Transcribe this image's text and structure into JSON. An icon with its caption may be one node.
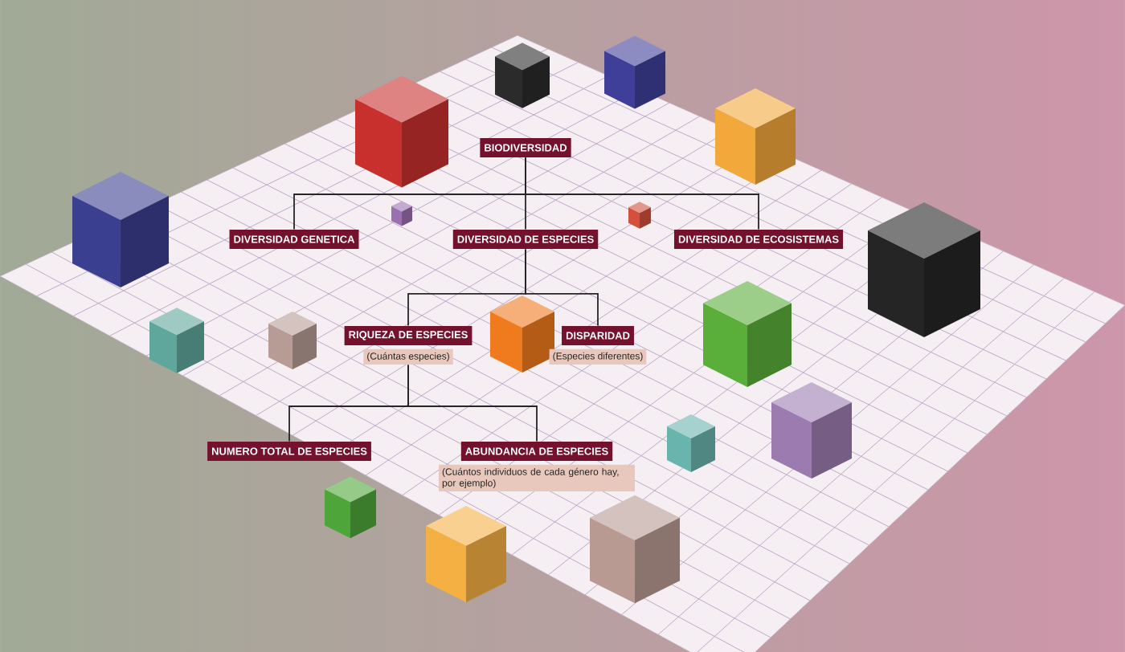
{
  "diagram": {
    "nodes": [
      {
        "text": [
          "BIODIVERSIDAD"
        ]
      },
      {
        "text": [
          "DIVERSIDAD GENETICA"
        ]
      },
      {
        "text": [
          "DIVERSIDAD DE ESPECIES"
        ]
      },
      {
        "text": [
          "DIVERSIDAD DE ECOSISTEMAS"
        ]
      },
      {
        "text": [
          "RIQUEZA DE ESPECIES"
        ],
        "beside": [
          "(Cuántas especies)"
        ]
      },
      {
        "text": [
          "DISPARIDAD"
        ],
        "beside": [
          "(Especies diferentes)"
        ]
      },
      {
        "text": [
          "NUMERO TOTAL DE ESPECIES"
        ]
      },
      {
        "text": [
          "ABUNDANCIA DE ESPECIES"
        ],
        "beside": [
          "(Cuántos individuos de cada género hay, por ejemplo)"
        ]
      }
    ],
    "edges": [
      {
        "from": 0,
        "to": 1,
        "arrow": "none"
      },
      {
        "from": 0,
        "to": 2,
        "arrow": "none"
      },
      {
        "from": 0,
        "to": 3,
        "arrow": "none"
      },
      {
        "from": 2,
        "to": 4,
        "arrow": "none"
      },
      {
        "from": 2,
        "to": 5,
        "arrow": "none"
      },
      {
        "from": 4,
        "to": 6,
        "arrow": "none"
      },
      {
        "from": 4,
        "to": 7,
        "arrow": "none"
      }
    ]
  }
}
